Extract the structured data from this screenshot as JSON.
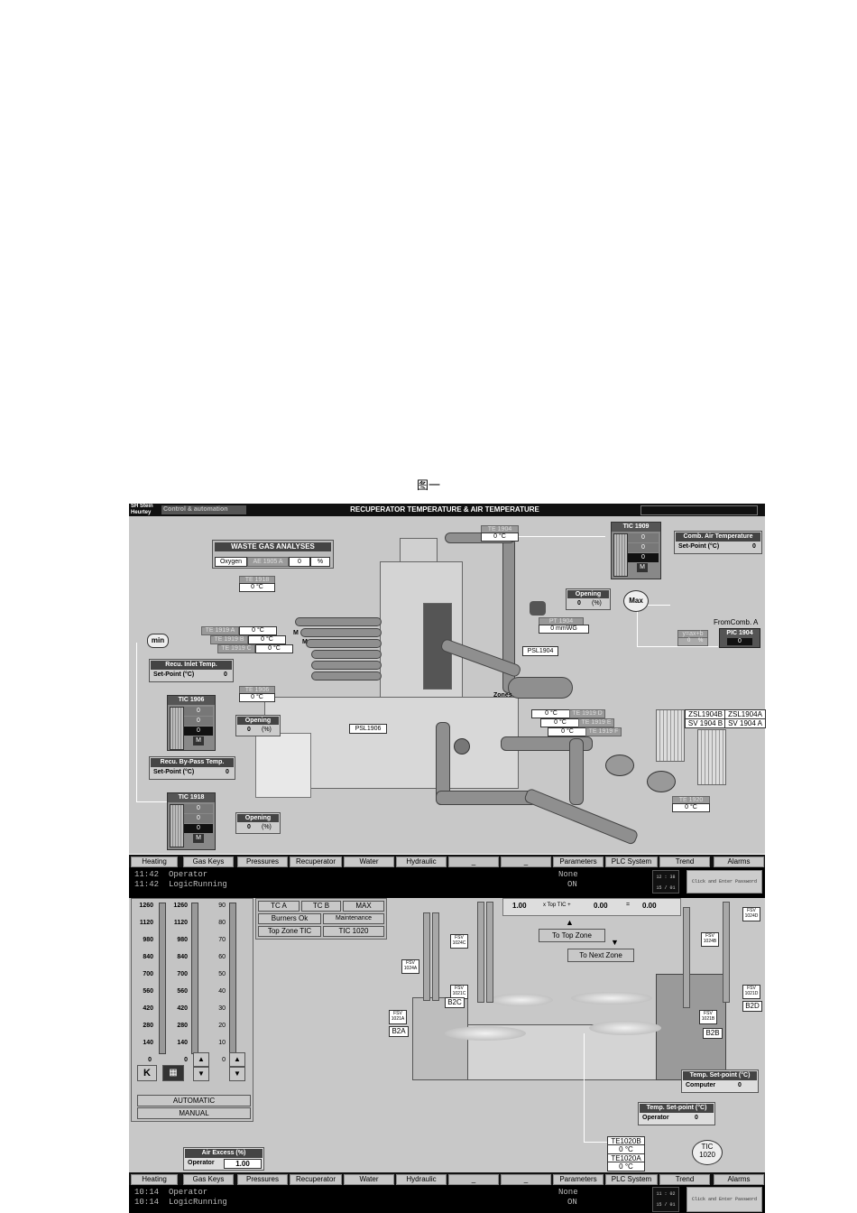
{
  "caption": "图一",
  "screen1": {
    "logo": "SH Stein Heurtey",
    "control_label": "Control & automation",
    "title": "RECUPERATOR TEMPERATURE & AIR TEMPERATURE",
    "waste_gas": {
      "title": "WASTE GAS ANALYSES",
      "oxygen": "Oxygen",
      "tag": "AE 1905 A",
      "value": "0",
      "unit": "%"
    },
    "te1904": {
      "tag": "TE 1904",
      "value": "0 °C"
    },
    "te1918": {
      "tag": "TE 1918",
      "value": "0 °C"
    },
    "te1919": [
      {
        "tag": "TE 1919 A",
        "value": "0 °C"
      },
      {
        "tag": "TE 1919 B",
        "value": "0 °C"
      },
      {
        "tag": "TE 1919 C",
        "value": "0 °C"
      }
    ],
    "te1906": {
      "tag": "TE 1906",
      "value": "0 °C"
    },
    "te1919_right": [
      {
        "tag": "TE 1919 D",
        "value": "0 °C"
      },
      {
        "tag": "TE 1919 E",
        "value": "0 °C"
      },
      {
        "tag": "TE 1919 F",
        "value": "0 °C"
      }
    ],
    "te1920": {
      "tag": "TE 1920",
      "value": "0 °C"
    },
    "pt1904": {
      "tag": "PT 1904",
      "value": "0 mmWG"
    },
    "psl1904": "PSL1904",
    "psl1906": "PSL1906",
    "zones": "Zones",
    "min": "min",
    "max": "Max",
    "tic1909": {
      "title": "TIC 1909",
      "v1": "0",
      "v2": "0",
      "v3": "0",
      "m": "M"
    },
    "tic1906": {
      "title": "TIC 1906",
      "v1": "0",
      "v2": "0",
      "v3": "0",
      "m": "M"
    },
    "tic1918": {
      "title": "TIC 1918",
      "v1": "0",
      "v2": "0",
      "v3": "0",
      "m": "M"
    },
    "comb_air": {
      "title": "Comb. Air Temperature",
      "label": "Set-Point (°C)",
      "value": "0"
    },
    "recu_inlet": {
      "title": "Recu. Inlet Temp.",
      "label": "Set-Point (°C)",
      "value": "0"
    },
    "recu_bypass": {
      "title": "Recu. By-Pass Temp.",
      "label": "Set-Point (°C)",
      "value": "0"
    },
    "opening_top": {
      "title": "Opening",
      "value": "0",
      "unit": "(%)"
    },
    "opening_mid": {
      "title": "Opening",
      "value": "0",
      "unit": "(%)"
    },
    "opening_bot": {
      "title": "Opening",
      "value": "0",
      "unit": "(%)"
    },
    "ax_b": {
      "formula": "y=ax+b",
      "value": "0",
      "unit": "%"
    },
    "from_comb": "FromComb. A",
    "pic1904": {
      "title": "PIC 1904",
      "value": "0"
    },
    "zsl": [
      "ZSL1904B",
      "SV 1904 B",
      "ZSL1904A",
      "SV 1904 A"
    ],
    "m_labels": [
      "M",
      "M"
    ]
  },
  "nav": [
    "Heating",
    "Gas Keys",
    "Pressures",
    "Recuperator",
    "Water",
    "Hydraulic",
    "_",
    "_",
    "Parameters",
    "PLC System",
    "Trend",
    "Alarms"
  ],
  "log1": [
    {
      "time": "11:42",
      "text": "Operator",
      "state": "None"
    },
    {
      "time": "11:42",
      "text": "LogicRunning",
      "state": "ON"
    }
  ],
  "clock1": [
    "12 : 38",
    "15 / 01"
  ],
  "log2": [
    {
      "time": "10:14",
      "text": "Operator",
      "state": "None"
    },
    {
      "time": "10:14",
      "text": "LogicRunning",
      "state": "ON"
    }
  ],
  "clock2": [
    "11 : 02",
    "15 / 01"
  ],
  "password_btn": "Click and Enter Password",
  "screen2": {
    "scale1": [
      "1260",
      "1120",
      "980",
      "840",
      "700",
      "560",
      "420",
      "280",
      "140",
      "0"
    ],
    "scale2": [
      "1260",
      "1120",
      "980",
      "840",
      "700",
      "560",
      "420",
      "280",
      "140",
      "0"
    ],
    "scale3": [
      "90",
      "80",
      "70",
      "60",
      "50",
      "40",
      "30",
      "20",
      "10",
      "0"
    ],
    "k": "K",
    "automatic": "AUTOMATIC",
    "manual": "MANUAL",
    "tc_a": "TC A",
    "tc_b": "TC B",
    "max": "MAX",
    "burners_ok": "Burners Ok",
    "maintenance": "Maintenance",
    "top_zone_tic": "Top Zone TIC",
    "tic1020": "TIC 1020",
    "formula": {
      "a": "1.00",
      "mid": "x Top TIC +",
      "b": "0.00",
      "eq": "=",
      "c": "0.00"
    },
    "to_top_zone": "To Top Zone",
    "to_next_zone": "To Next Zone",
    "fsv": [
      "FSV 1024C",
      "FSV 1024A",
      "FSV 1021C",
      "FSV 1021A",
      "FSV 1024D",
      "FSV 1024B",
      "FSV 1021D",
      "FSV 1021B"
    ],
    "burners": [
      "B2C",
      "B2A",
      "B2D",
      "B2B"
    ],
    "temp_sp_computer": {
      "title": "Temp. Set-point (°C)",
      "label": "Computer",
      "value": "0"
    },
    "temp_sp_operator": {
      "title": "Temp. Set-point (°C)",
      "label": "Operator",
      "value": "0"
    },
    "te1020b": {
      "tag": "TE1020B",
      "value": "0 °C"
    },
    "te1020a": {
      "tag": "TE1020A",
      "value": "0 °C"
    },
    "tic_circle": "TIC 1020",
    "air_excess": {
      "title": "Air Excess (%)",
      "label": "Operator",
      "value": "1.00"
    }
  }
}
